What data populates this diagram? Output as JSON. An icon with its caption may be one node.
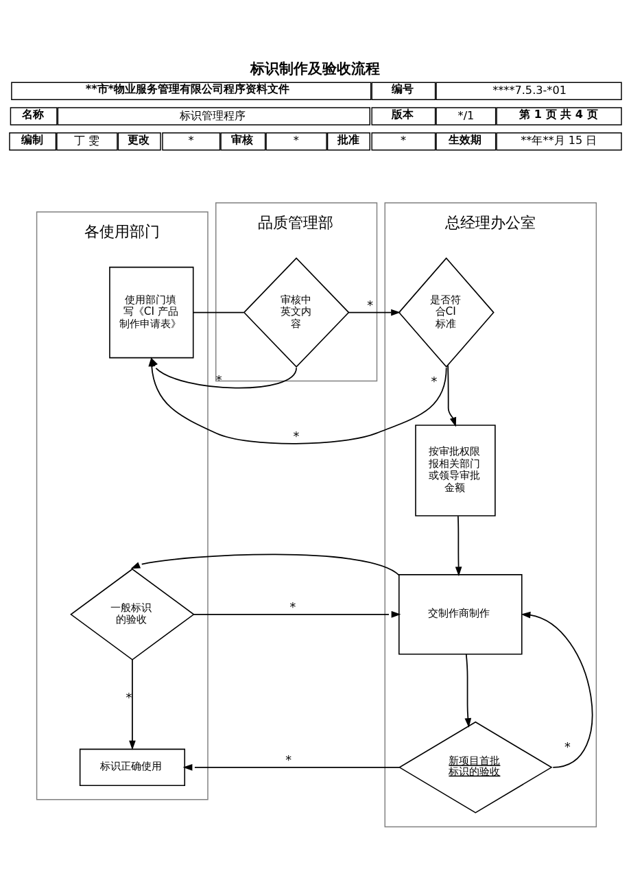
{
  "diagram": {
    "title": "标识制作及验收流程",
    "nodes": [
      {
        "text": [
          "各使用部门"
        ]
      },
      {
        "text": [
          "品质管理部"
        ]
      },
      {
        "text": [
          "总经理办公室"
        ]
      },
      {
        "text": [
          "使用部门填写《CI 产品制作申请表》"
        ],
        "in": 0
      },
      {
        "text": [
          "审核中英文内容"
        ],
        "in": 1
      },
      {
        "text": [
          "是否符合CI标准"
        ],
        "in": 2
      },
      {
        "text": [
          "按审批权限报相关部门或领导审批金额"
        ],
        "in": 2
      },
      {
        "text": [
          "交制作商制作"
        ],
        "in": 2
      },
      {
        "text": [
          "一般标识的验收"
        ],
        "in": 0
      },
      {
        "text": [
          "新项目首批标识的验收"
        ],
        "in": 2
      },
      {
        "text": [
          "标识正确使用"
        ],
        "in": 0
      }
    ],
    "edges": [
      {
        "from": 3,
        "to": 4,
        "arrow": "none"
      },
      {
        "from": 4,
        "to": 5,
        "arrow": "to",
        "label": "*"
      },
      {
        "from": 5,
        "to": 6,
        "arrow": "to",
        "label": "*"
      },
      {
        "from": 4,
        "to": 3,
        "arrow": "to",
        "label": "*"
      },
      {
        "from": 5,
        "to": 3,
        "arrow": "to",
        "label": "*"
      },
      {
        "from": 6,
        "to": 7,
        "arrow": "to"
      },
      {
        "from": 7,
        "to": 8,
        "arrow": "to"
      },
      {
        "from": 8,
        "to": 7,
        "arrow": "to",
        "label": "*"
      },
      {
        "from": 7,
        "to": 9,
        "arrow": "to"
      },
      {
        "from": 9,
        "to": 7,
        "arrow": "to",
        "label": "*"
      },
      {
        "from": 8,
        "to": 10,
        "arrow": "to",
        "label": "*"
      },
      {
        "from": 9,
        "to": 10,
        "arrow": "to",
        "label": "*"
      }
    ],
    "labels": [
      "**市*物业服务管理有限公司程序资料文件",
      "编号",
      "****7.5.3-*01",
      "名称",
      "标识管理程序",
      "版本",
      "*/1",
      "第 1 页 共 4 页",
      "编制",
      "丁 雯",
      "更改",
      "*",
      "审核",
      "*",
      "批准",
      "*",
      "生效期",
      "**年**月 15 日"
    ]
  }
}
